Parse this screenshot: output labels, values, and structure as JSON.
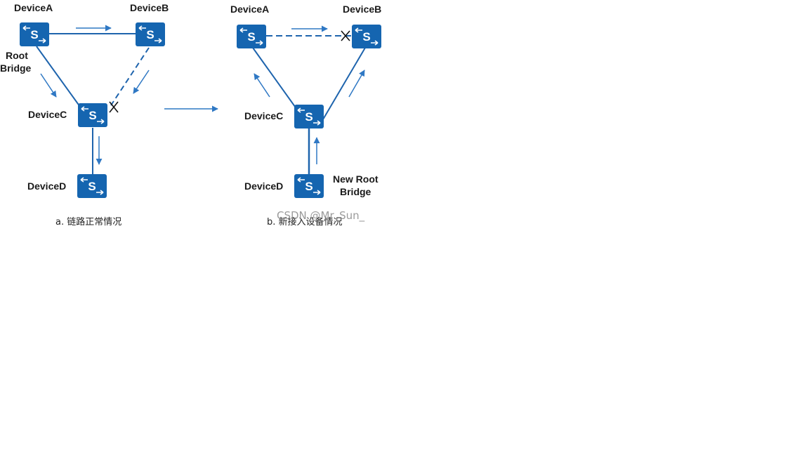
{
  "diagram_a": {
    "device_a": "DeviceA",
    "device_b": "DeviceB",
    "device_c": "DeviceC",
    "device_d": "DeviceD",
    "root_line1": "Root",
    "root_line2": "Bridge",
    "caption": "a. 链路正常情况"
  },
  "diagram_b": {
    "device_a": "DeviceA",
    "device_b": "DeviceB",
    "device_c": "DeviceC",
    "device_d": "DeviceD",
    "root_line1": "New Root",
    "root_line2": "Bridge",
    "caption": "b. 新接入设备情况"
  },
  "switch_glyph": "S",
  "watermark": "CSDN @Mr_Sun_",
  "colors": {
    "switch": "#1565b0",
    "link": "#1e64ad",
    "arrow": "#2f78c4",
    "block_mark": "#111111"
  }
}
